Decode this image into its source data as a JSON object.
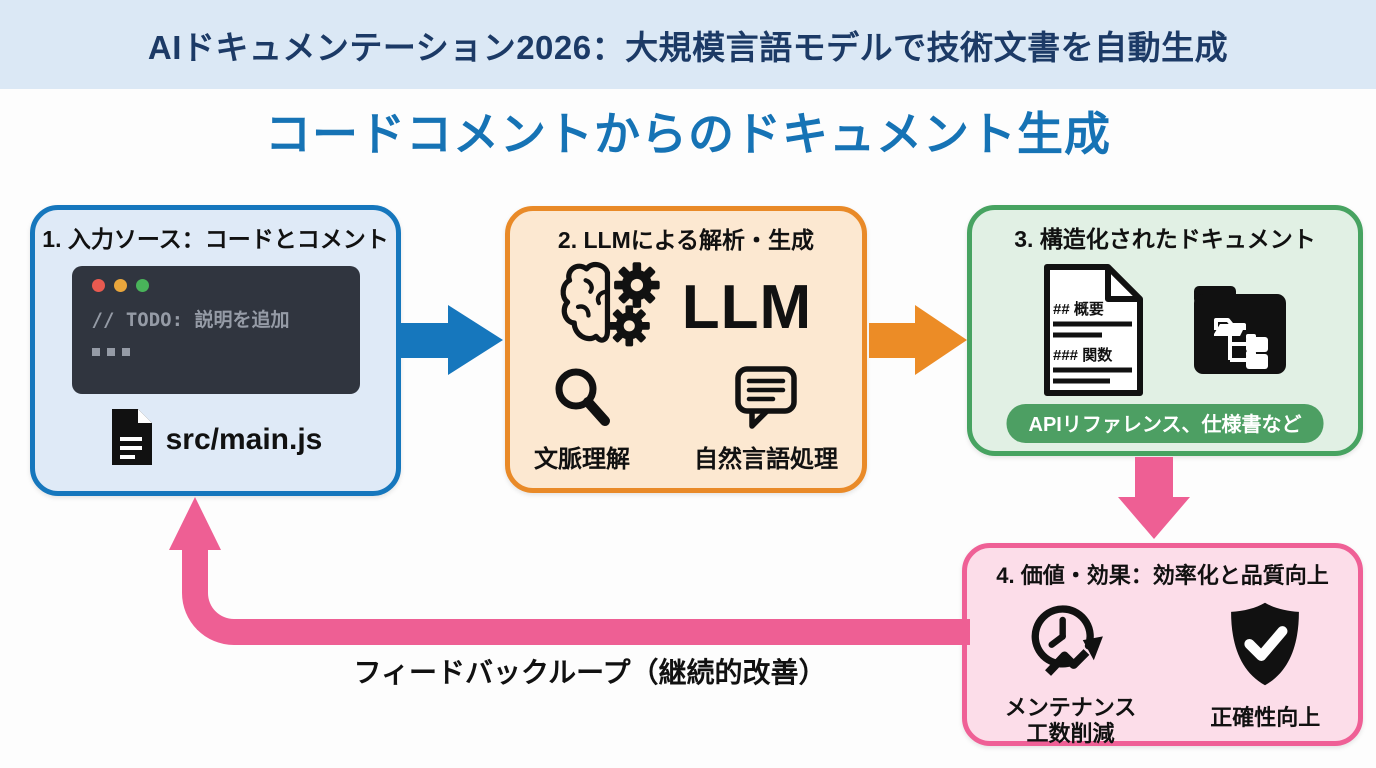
{
  "header": {
    "title": "AIドキュメンテーション2026：大規模言語モデルで技術文書を自動生成"
  },
  "main_title": "コードコメントからのドキュメント生成",
  "step1": {
    "title": "1. 入力ソース：コードとコメント",
    "code_comment": "// TODO: 説明を追加",
    "filename": "src/main.js"
  },
  "step2": {
    "title": "2. LLMによる解析・生成",
    "model_label": "LLM",
    "capability1": "文脈理解",
    "capability2": "自然言語処理"
  },
  "step3": {
    "title": "3. 構造化されたドキュメント",
    "doc_heading1": "## 概要",
    "doc_heading2": "### 関数",
    "badge": "APIリファレンス、仕様書など"
  },
  "step4": {
    "title": "4. 価値・効果：効率化と品質向上",
    "benefit1_line1": "メンテナンス",
    "benefit1_line2": "工数削減",
    "benefit2": "正確性向上"
  },
  "feedback_label": "フィードバックループ（継続的改善）",
  "colors": {
    "header_bg": "#dbe8f5",
    "header_text": "#1c3a66",
    "main_title": "#1673b5",
    "step1_border": "#1677bd",
    "step1_bg": "#dfeaf7",
    "step2_border": "#e98a28",
    "step2_bg": "#fce8d1",
    "step3_border": "#47a361",
    "step3_bg": "#e1f0e4",
    "badge_bg": "#4d9f63",
    "step4_border": "#ef6096",
    "step4_bg": "#fcdde9",
    "arrow_blue": "#1677bd",
    "arrow_orange": "#ec8c26",
    "arrow_pink": "#ee5f94",
    "editor_bg": "#30353f",
    "editor_text": "#959ba6",
    "dot_red": "#e85a50",
    "dot_yellow": "#e9a63c",
    "dot_green": "#49b35a"
  }
}
